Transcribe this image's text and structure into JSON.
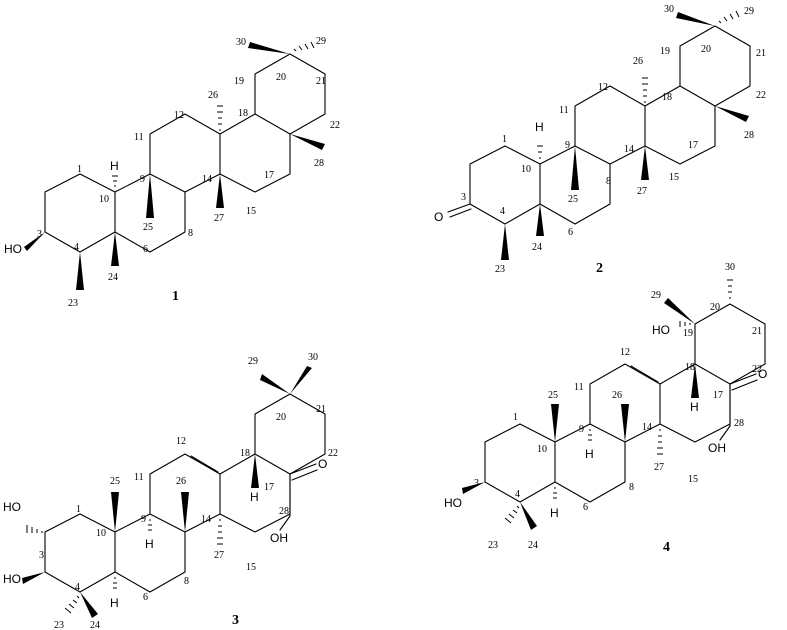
{
  "compounds": [
    {
      "id": "1",
      "atoms": {
        "OH": "HO",
        "H10": "H"
      },
      "numbers": [
        "1",
        "3",
        "4",
        "6",
        "8",
        "9",
        "10",
        "11",
        "12",
        "14",
        "15",
        "17",
        "18",
        "19",
        "20",
        "21",
        "22",
        "23",
        "24",
        "25",
        "26",
        "27",
        "28",
        "29",
        "30"
      ]
    },
    {
      "id": "2",
      "atoms": {
        "O": "O",
        "H10": "H"
      },
      "numbers": [
        "1",
        "3",
        "4",
        "6",
        "8",
        "9",
        "10",
        "11",
        "12",
        "14",
        "15",
        "17",
        "18",
        "19",
        "20",
        "21",
        "22",
        "23",
        "24",
        "25",
        "26",
        "27",
        "28",
        "29",
        "30"
      ]
    },
    {
      "id": "3",
      "atoms": {
        "OH2": "HO",
        "OH3": "HO",
        "OH28": "OH",
        "O28": "O",
        "H5": "H",
        "H9": "H",
        "H18": "H"
      },
      "numbers": [
        "1",
        "3",
        "4",
        "6",
        "8",
        "9",
        "10",
        "11",
        "12",
        "14",
        "15",
        "17",
        "18",
        "20",
        "21",
        "22",
        "23",
        "24",
        "25",
        "26",
        "27",
        "28",
        "29",
        "30"
      ]
    },
    {
      "id": "4",
      "atoms": {
        "OH3": "HO",
        "OH19": "HO",
        "OH28": "OH",
        "O28": "O",
        "H5": "H",
        "H9": "H",
        "H18": "H"
      },
      "numbers": [
        "1",
        "3",
        "4",
        "6",
        "8",
        "9",
        "10",
        "11",
        "12",
        "14",
        "15",
        "17",
        "18",
        "19",
        "20",
        "21",
        "22",
        "23",
        "24",
        "25",
        "26",
        "27",
        "28",
        "29",
        "30"
      ]
    }
  ]
}
